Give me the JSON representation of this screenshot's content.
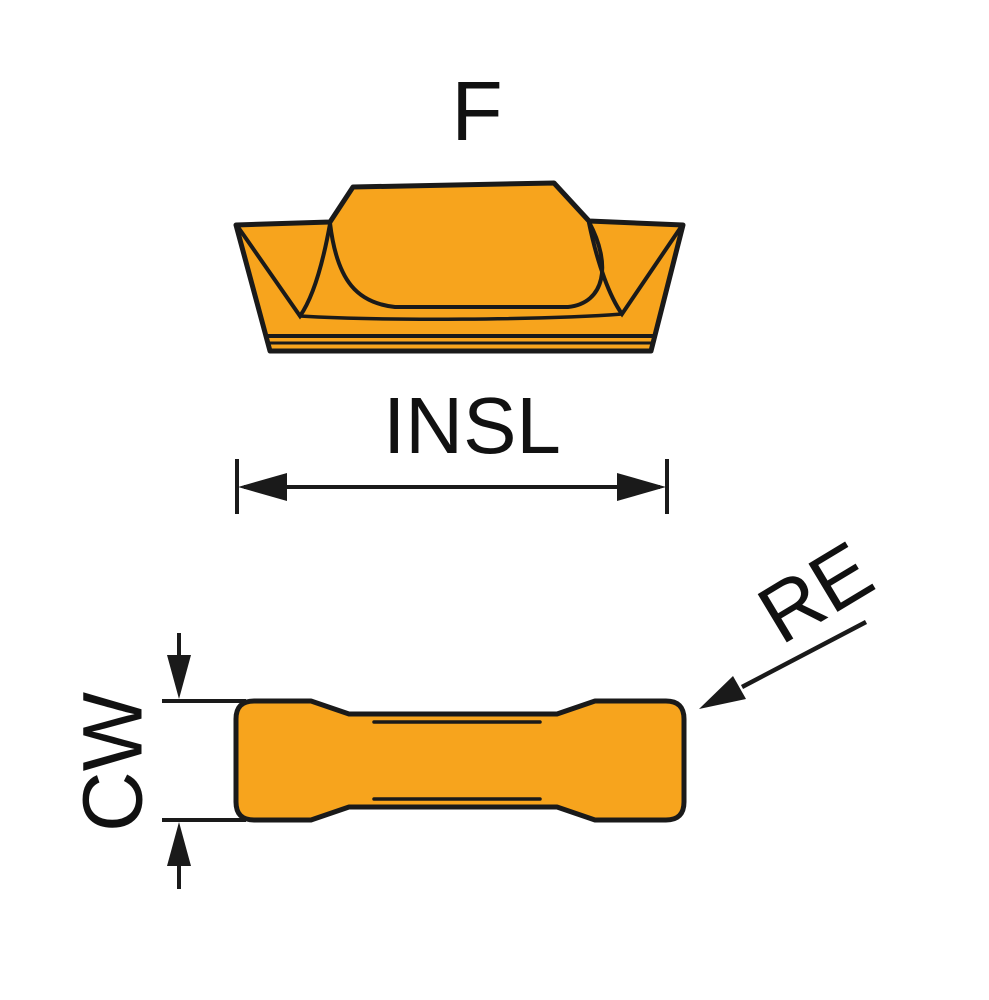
{
  "colors": {
    "insert_fill": "#F7A41D",
    "line": "#1A1A1A",
    "text": "#111111",
    "background": "#FFFFFF"
  },
  "front_view": {
    "view_label": "F",
    "length_dimension_label": "INSL"
  },
  "top_view": {
    "width_dimension_label": "CW",
    "corner_radius_label": "RE"
  }
}
